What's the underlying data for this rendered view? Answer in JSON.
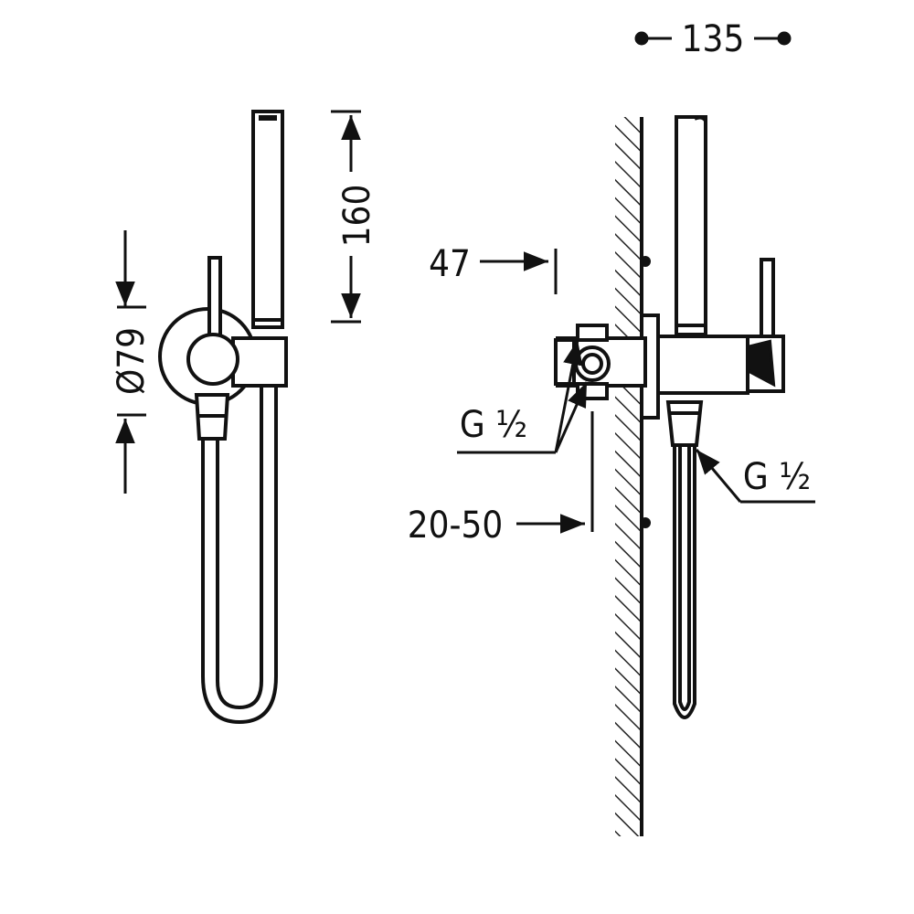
{
  "dimensions": {
    "width_overall": "135",
    "handshower_length": "160",
    "rosette_diameter": "Ø79",
    "body_projection": "47",
    "embed_depth": "20-50",
    "inlet_thread": "G ½",
    "outlet_thread": "G ½"
  }
}
